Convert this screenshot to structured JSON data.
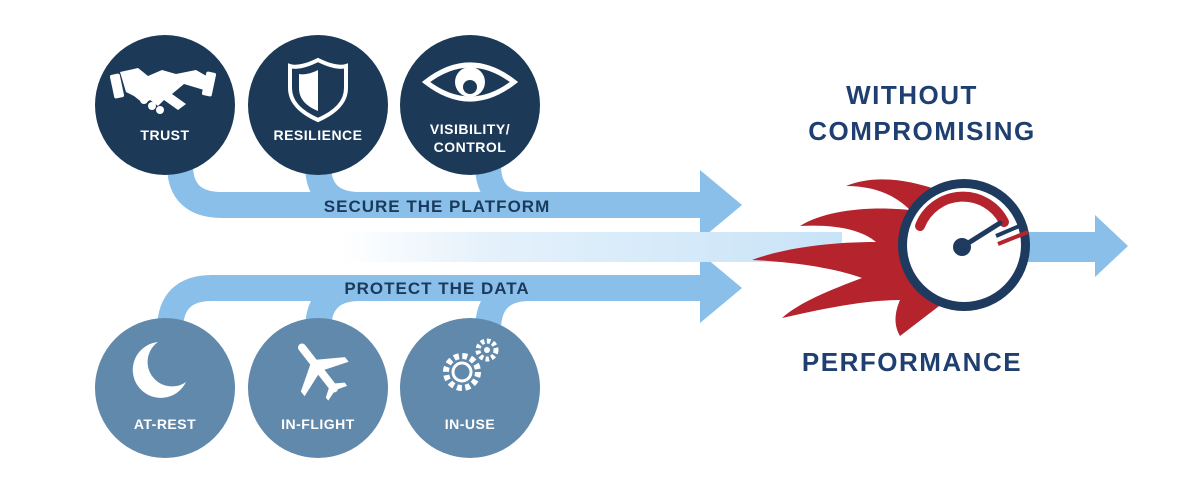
{
  "colors": {
    "band_blue": "#89bfe9",
    "band_light": "#d3e9f9",
    "dark_circle": "#1c3a57",
    "light_circle": "#6189ab",
    "headline": "#1e3f70",
    "flame_red": "#b5232d",
    "gauge_navy": "#1e3a5f"
  },
  "top_row": [
    {
      "label": "TRUST",
      "icon": "handshake-icon"
    },
    {
      "label": "RESILIENCE",
      "icon": "shield-icon"
    },
    {
      "label_line1": "VISIBILITY/",
      "label_line2": "CONTROL",
      "icon": "eye-icon"
    }
  ],
  "bottom_row": [
    {
      "label": "AT-REST",
      "icon": "moon-icon"
    },
    {
      "label": "IN-FLIGHT",
      "icon": "airplane-icon"
    },
    {
      "label": "IN-USE",
      "icon": "gears-icon"
    }
  ],
  "bands": {
    "secure": "SECURE THE PLATFORM",
    "protect": "PROTECT THE DATA"
  },
  "headline": {
    "line1": "WITHOUT",
    "line2": "COMPROMISING",
    "bottom": "PERFORMANCE"
  },
  "performance_icon": "speedometer-flames-icon"
}
